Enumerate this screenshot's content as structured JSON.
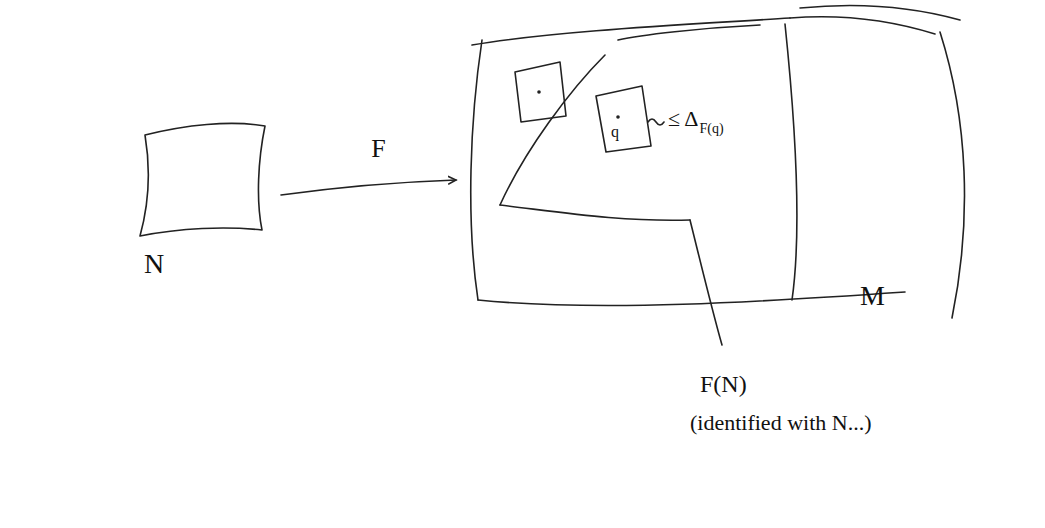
{
  "diagram": {
    "nodes": [
      {
        "text": [
          "N"
        ]
      },
      {
        "text": [
          "M"
        ]
      }
    ],
    "edges": [
      {
        "from": 0,
        "to": 1,
        "arrow": "to",
        "label": "F"
      }
    ],
    "labels": [
      "q",
      "≤ Δ",
      "F(q)",
      "F(N)",
      "(identified with N...)"
    ]
  }
}
